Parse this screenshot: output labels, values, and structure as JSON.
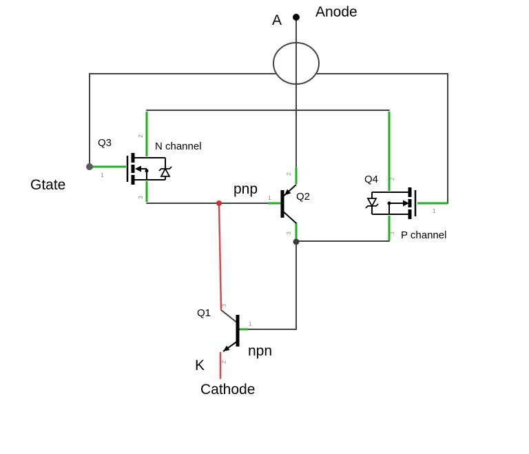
{
  "terminals": {
    "anode": {
      "designator": "A",
      "label": "Anode"
    },
    "gate": {
      "label": "Gtate"
    },
    "cathode": {
      "designator": "K",
      "label": "Cathode"
    }
  },
  "components": {
    "q1": {
      "ref": "Q1",
      "type_label": "npn",
      "pin1": "1",
      "pin2": "2",
      "pin3": "3"
    },
    "q2": {
      "ref": "Q2",
      "type_label": "pnp",
      "pin1": "1",
      "pin2": "2",
      "pin3": "3"
    },
    "q3": {
      "ref": "Q3",
      "type_label": "N channel",
      "pin1": "1",
      "pin2": "2",
      "pin3": "3"
    },
    "q4": {
      "ref": "Q4",
      "type_label": "P channel",
      "pin1": "1",
      "pin2": "2",
      "pin3": "3"
    }
  },
  "colors": {
    "wire": "#404040",
    "pin_highlight": "#1db11d",
    "highlight_net": "#e04545",
    "pin_number": "#8c8c8c",
    "symbol": "#000000",
    "background": "#ffffff"
  }
}
